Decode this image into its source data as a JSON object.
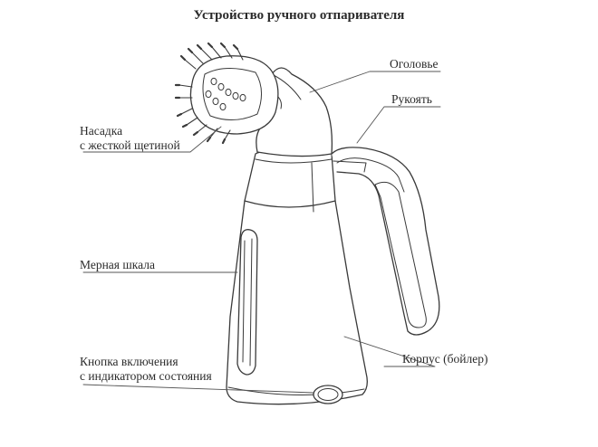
{
  "title": "Устройство ручного отпаривателя",
  "labels": {
    "head": "Оголовье",
    "handle": "Рукоять",
    "brush_line1": "Насадка",
    "brush_line2": "с жесткой щетиной",
    "scale": "Мерная шкала",
    "button_line1": "Кнопка включения",
    "button_line2": "с индикатором состояния",
    "body": "Корпус (бойлер)"
  },
  "colors": {
    "stroke": "#3a3a3a",
    "leader": "#555555",
    "text": "#2b2b2b"
  }
}
